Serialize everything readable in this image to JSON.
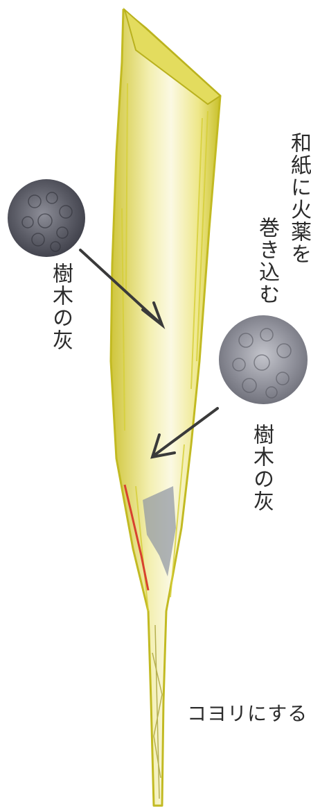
{
  "labels": {
    "washi_line1": "和紙に火薬を",
    "washi_line2": "巻き込む",
    "ash_left": "樹木の灰",
    "ash_right": "樹木の灰",
    "twist": "コヨリにする"
  },
  "colors": {
    "paper_yellow": "#e9e27a",
    "paper_edge": "#c9c224",
    "paper_light": "#faf8dc",
    "ash_gray": "#6e6f78",
    "ash_dark": "#3f4049",
    "arrow": "#3a3a3a",
    "red_mark": "#d8412f"
  }
}
